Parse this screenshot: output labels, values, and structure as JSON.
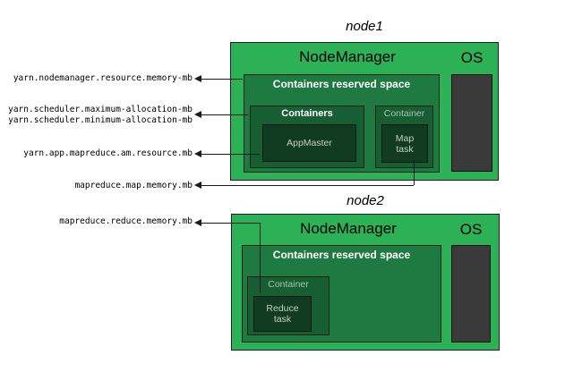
{
  "colors": {
    "node_green": "#2db157",
    "reserved_green": "#1e7a40",
    "container_green": "#175e33",
    "task_green": "#123c22",
    "os_gray": "#3a3a3a",
    "dim_label_text": "#a9c3ab",
    "task_text": "#c2d2c4"
  },
  "config_labels": [
    "yarn.nodemanager.resource.memory-mb",
    "yarn.scheduler.maximum-allocation-mb",
    "yarn.scheduler.minimum-allocation-mb",
    "yarn.app.mapreduce.am.resource.mb",
    "mapreduce.map.memory.mb",
    "mapreduce.reduce.memory.mb"
  ],
  "node1": {
    "title": "node1",
    "nodemanager_label": "NodeManager",
    "os_label": "OS",
    "reserved_label": "Containers reserved space",
    "containers_label": "Containers",
    "appmaster_label": "AppMaster",
    "container_label": "Container",
    "map_task_label": "Map\ntask"
  },
  "node2": {
    "title": "node2",
    "nodemanager_label": "NodeManager",
    "os_label": "OS",
    "reserved_label": "Containers reserved space",
    "container_label": "Container",
    "reduce_task_label": "Reduce\ntask"
  }
}
